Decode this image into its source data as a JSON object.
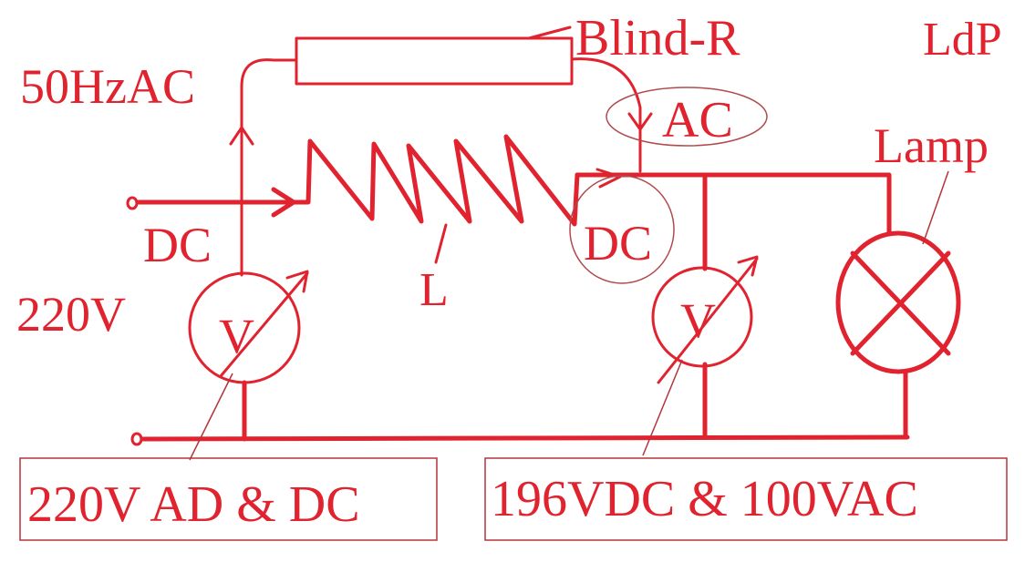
{
  "colors": {
    "ink": "#e0232e",
    "thin_ink": "#b5333a",
    "ellipse_ink": "#b04a4e",
    "background": "#ffffff"
  },
  "labels": {
    "blind_r": "Blind-R",
    "ldp": "LdP",
    "hz_ac": "50HzAC",
    "ac": "AC",
    "lamp": "Lamp",
    "dc_left": "DC",
    "v_220": "220V",
    "dc_right": "DC",
    "inductor": "L",
    "voltmeter_left": "V",
    "voltmeter_right": "V",
    "box_left": "220V AD & DC",
    "box_right": "196VDC & 100VAC"
  },
  "icons": {
    "input_terminal_top": "terminal-circle-icon",
    "input_terminal_bottom": "terminal-circle-icon",
    "voltmeter_left": "voltmeter-icon",
    "voltmeter_right": "voltmeter-icon",
    "lamp": "lamp-icon",
    "inductor": "inductor-coil-icon",
    "resistor": "resistor-icon"
  }
}
